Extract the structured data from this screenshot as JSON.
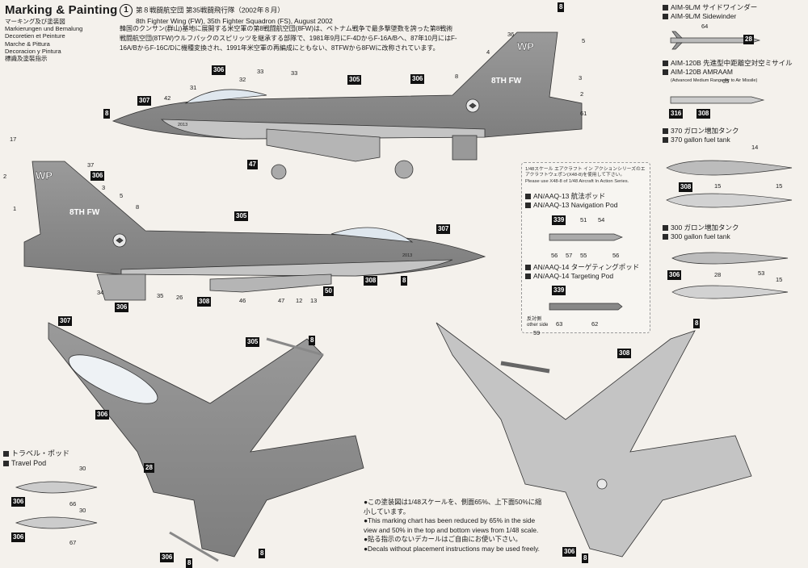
{
  "header": {
    "title": "Marking & Painting",
    "languages": [
      "マーキング及び塗装図",
      "Markierungen und Bemalung",
      "Decoretien et Peinture",
      "Marche & Pittura",
      "Decoracion y Pintura",
      "標識及塗裝指示"
    ]
  },
  "section": {
    "number": "1",
    "title_jp": "第８戦闘航空団 第35戦闘飛行隊（2002年８月）",
    "title_en": "8th Fighter Wing (FW), 35th Fighter Squadron (FS), August 2002",
    "body_jp": "韓国のクンサン(群山)基地に展開する米空軍の第8戦闘航空団(8FW)は、ベトナム戦争で最多撃墜数を誇った第8戦術戦闘航空団(8TFW)ウルフパックのスピリッツを継承する部隊で、1981年9月にF-4DからF-16A/Bへ、87年10月にはF-16A/BからF-16C/Dに機種変換され、1991年米空軍の再編成にともない、8TFWから8FWに改称されています。"
  },
  "tail": {
    "code": "WP",
    "unit": "8TH FW",
    "serial": "2013"
  },
  "weapons": {
    "aim9_jp": "AIM-9L/M サイドワインダー",
    "aim9_en": "AIM-9L/M Sidewinder",
    "aim120_jp": "AIM-120B 先進型中距離空対空ミサイル",
    "aim120_en": "AIM-120B AMRAAM",
    "aim120_sub": "(Advanced Medium Range Air to Air Missile)",
    "tank370_jp": "370 ガロン増加タンク",
    "tank370_en": "370 gallon fuel tank",
    "tank300_jp": "300 ガロン増加タンク",
    "tank300_en": "300 gallon fuel tank"
  },
  "pods": {
    "note_jp": "1/48スケール エアクラフト イン アクションシリーズのエアクラフトウェポン(X48-8)を使用して下さい。",
    "note_en": "Please use X48-8 of 1/48 Aircraft In Action Series.",
    "nav_jp": "AN/AAQ-13 航法ポッド",
    "nav_en": "AN/AAQ-13 Navigation Pod",
    "tgt_jp": "AN/AAQ-14 ターゲティングポッド",
    "tgt_en": "AN/AAQ-14 Targeting Pod",
    "other_side_jp": "反対側",
    "other_side_en": "other side",
    "nav_callouts": [
      "339",
      "51",
      "54",
      "56",
      "57",
      "55",
      "56"
    ],
    "tgt_callouts": [
      "339",
      "59",
      "63",
      "62"
    ]
  },
  "travel_pod": {
    "jp": "トラベル・ポッド",
    "en": "Travel Pod"
  },
  "footnote": {
    "jp1": "●この塗装図は1/48スケールを、側面65%、上下面50%に縮小しています。",
    "en1": "●This marking chart has been reduced by 65% in the side view and 50% in the top and bottom views from 1/48 scale.",
    "jp2": "●貼る指示のないデカールはご自由にお使い下さい。",
    "en2": "●Decals without placement instructions may be used freely."
  },
  "colors": {
    "tag_bg": "#111111",
    "aircraft_dark": "#8f8f8f",
    "aircraft_light": "#c4c4c4",
    "paper": "#f4f1ec"
  }
}
